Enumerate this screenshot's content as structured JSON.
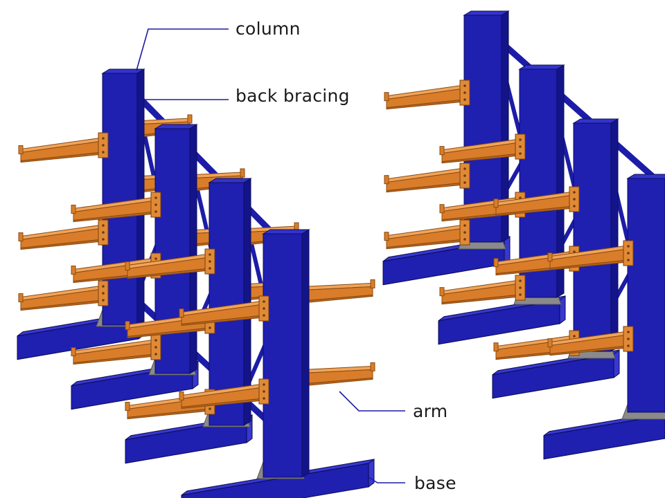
{
  "labels": {
    "column": "column",
    "back_bracing": "back bracing",
    "arm": "arm",
    "base": "base"
  },
  "colors": {
    "structure_blue": "#1f1fb0",
    "arm_orange": "#d97d2a",
    "base_plate_grey": "#8a8a8a",
    "leader_line": "#1a1aa0",
    "background": "#ffffff"
  }
}
